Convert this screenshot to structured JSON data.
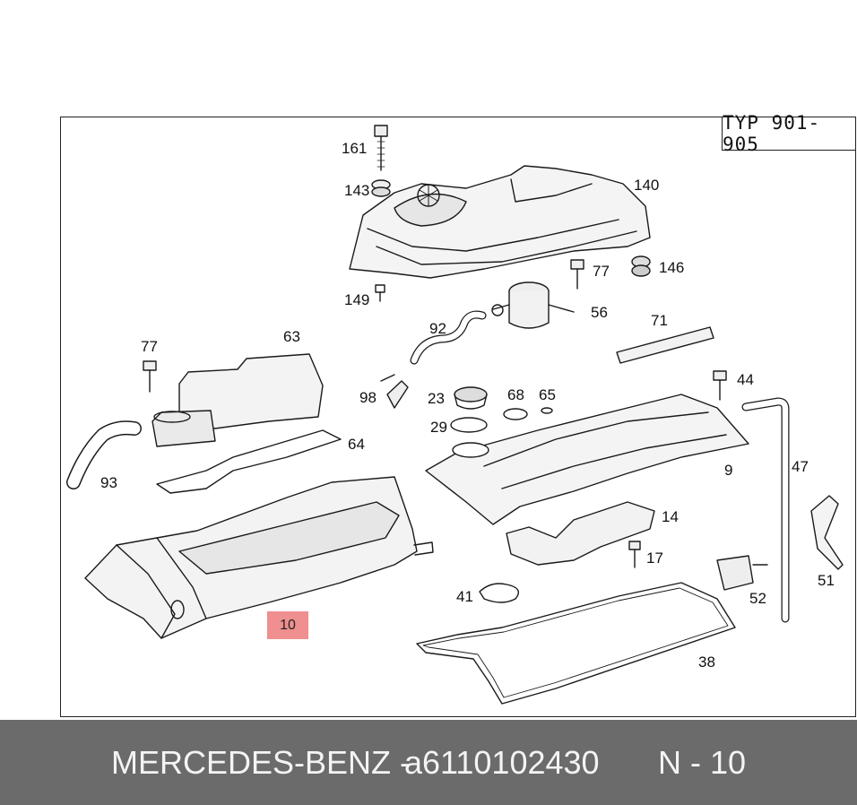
{
  "diagram": {
    "type_label": "TYP 901-905",
    "highlighted_part": "10",
    "callouts": {
      "c161": "161",
      "c143": "143",
      "c140": "140",
      "c149": "149",
      "c77a": "77",
      "c146": "146",
      "c92": "92",
      "c56": "56",
      "c71": "71",
      "c77b": "77",
      "c63": "63",
      "c98": "98",
      "c23": "23",
      "c68": "68",
      "c65": "65",
      "c44": "44",
      "c29": "29",
      "c64": "64",
      "c93": "93",
      "c9": "9",
      "c47": "47",
      "c14": "14",
      "c17": "17",
      "c41": "41",
      "c52": "52",
      "c51": "51",
      "c38": "38"
    }
  },
  "footer": {
    "brand": "MERCEDES-BENZ -",
    "part_number": "a6110102430",
    "position": "N - 10"
  }
}
